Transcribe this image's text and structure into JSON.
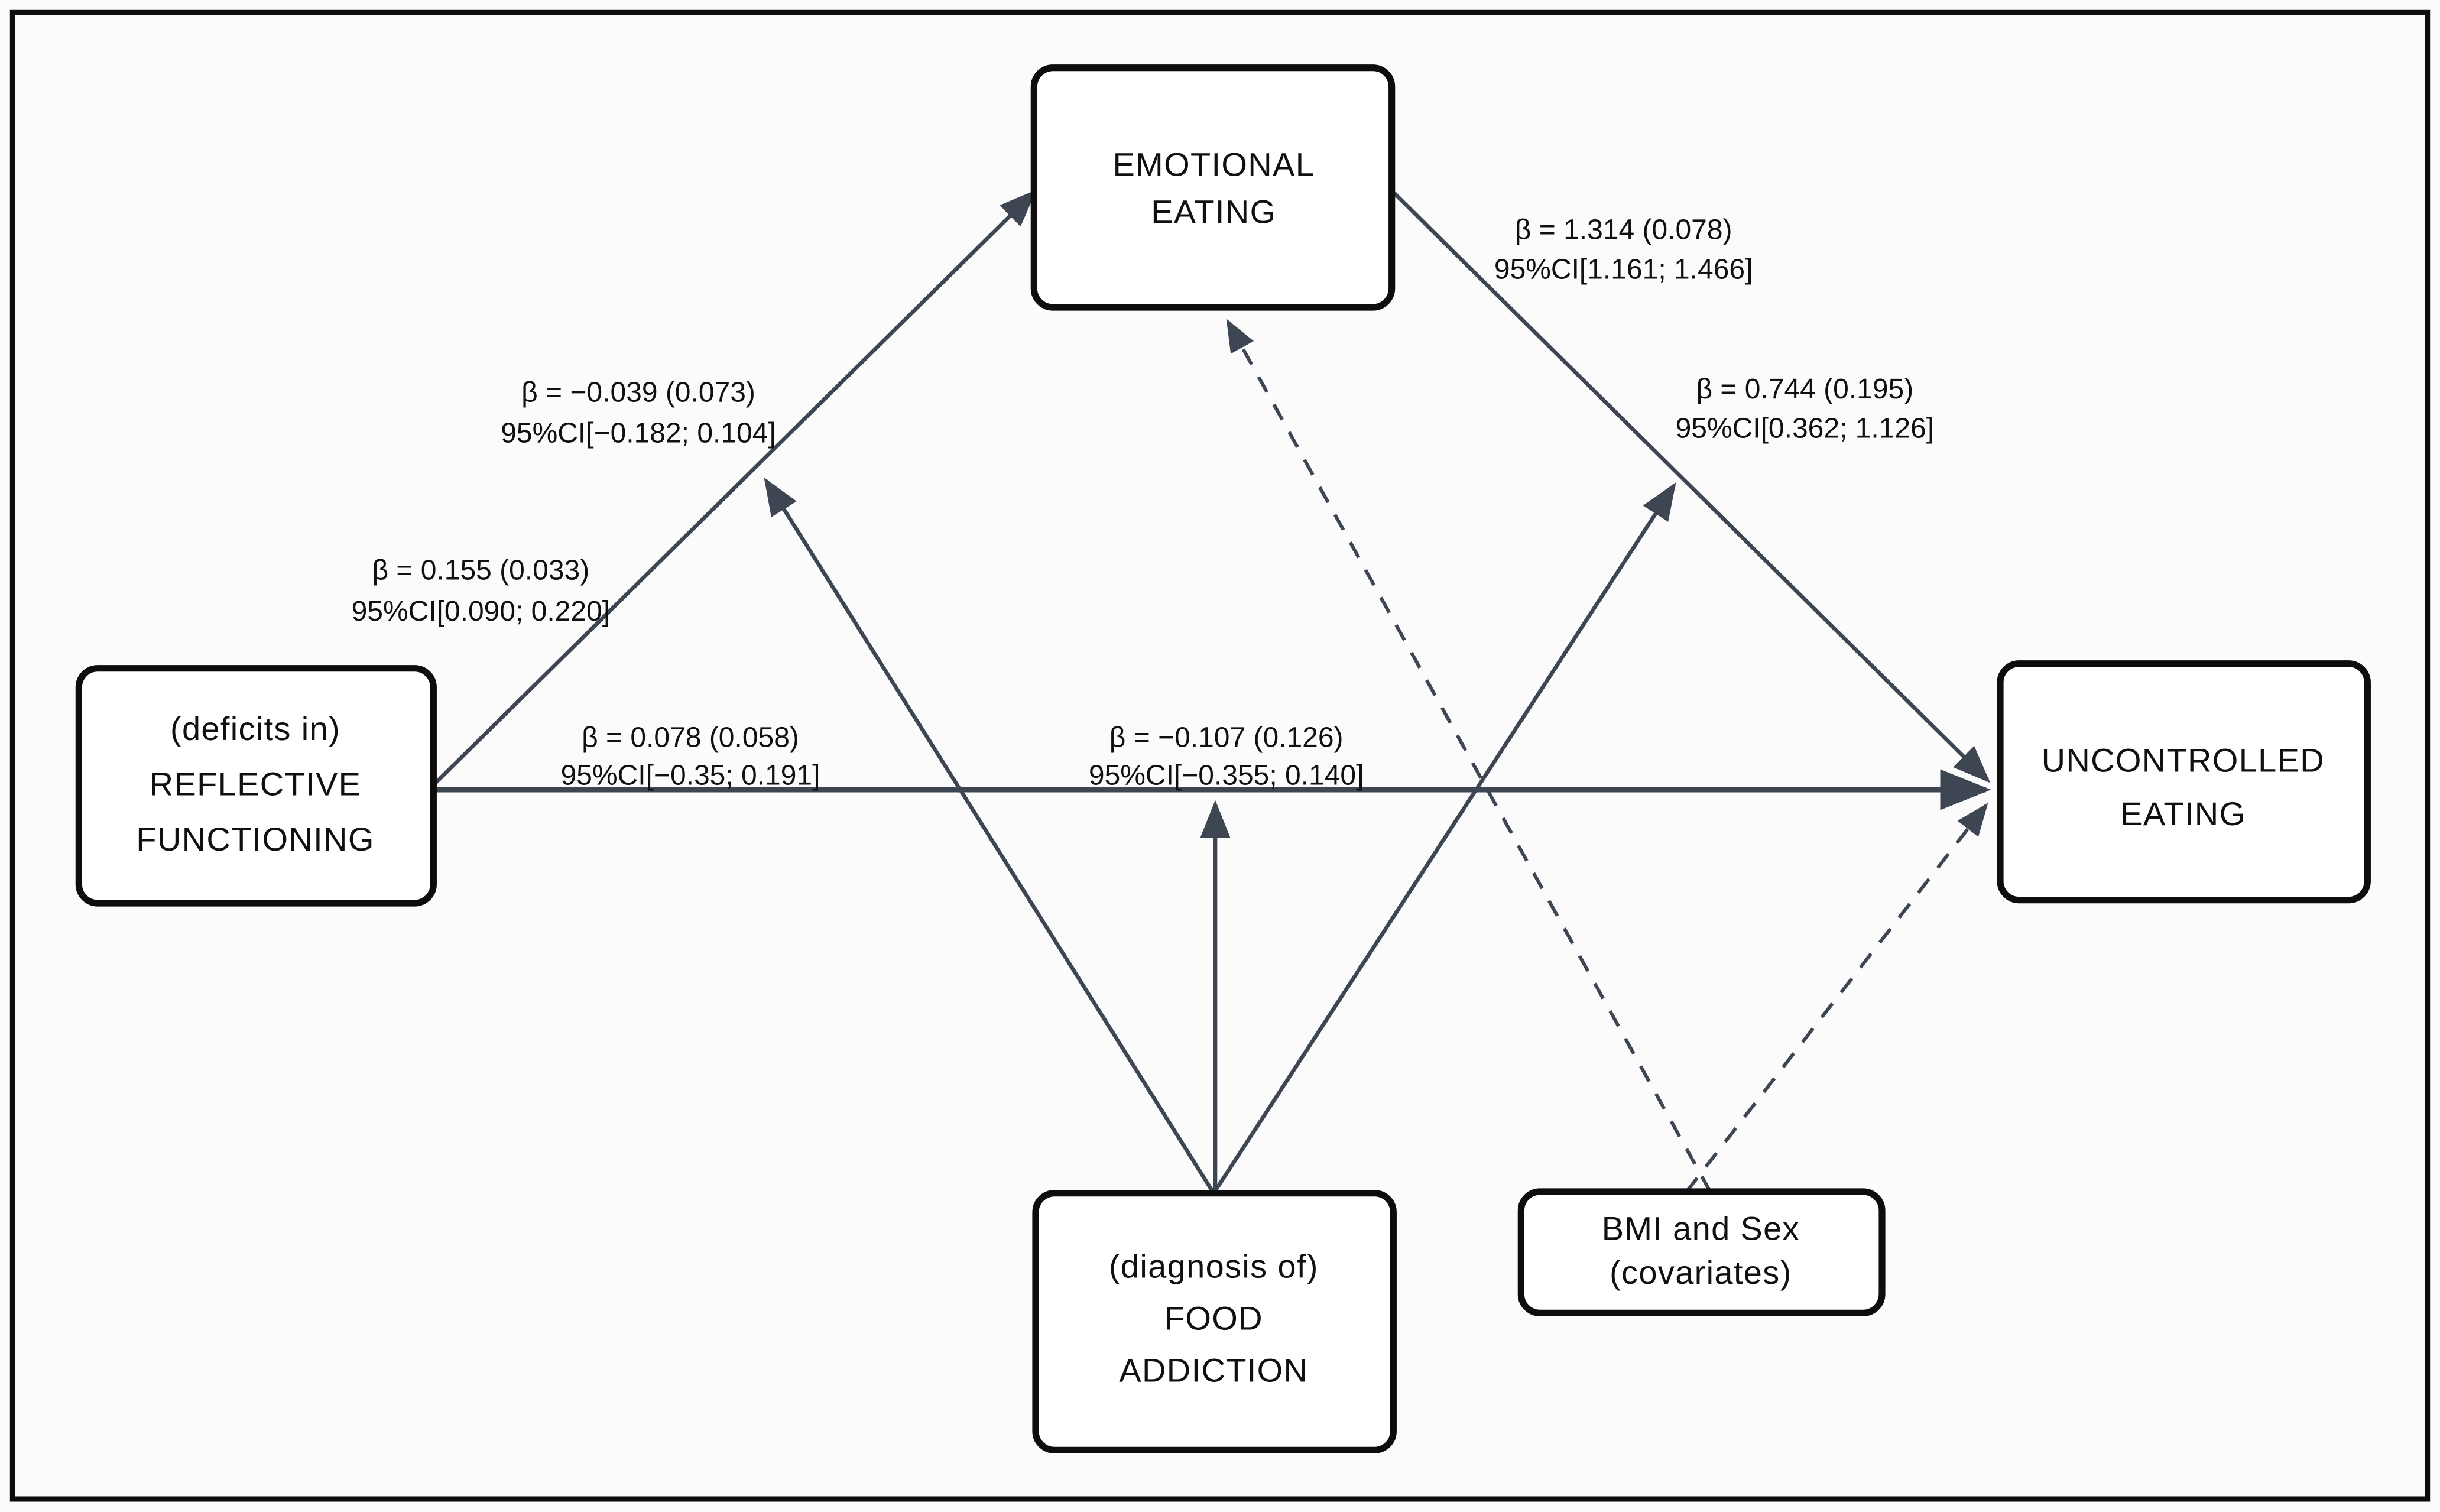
{
  "diagram": {
    "type": "moderated-mediation-path-model",
    "colors": {
      "background": "#fbfbfb",
      "frame": "#0d0d0d",
      "box_border": "#0d0d0d",
      "box_fill": "#ffffff",
      "arrow": "#3e4553",
      "text": "#101010"
    },
    "nodes": {
      "emotional_eating": {
        "lines": [
          "EMOTIONAL",
          "EATING"
        ]
      },
      "reflective_functioning": {
        "lines": [
          "(deficits in)",
          "REFLECTIVE",
          "FUNCTIONING"
        ]
      },
      "uncontrolled_eating": {
        "lines": [
          "UNCONTROLLED",
          "EATING"
        ]
      },
      "food_addiction": {
        "lines": [
          "(diagnosis of)",
          "FOOD",
          "ADDICTION"
        ]
      },
      "covariates": {
        "lines": [
          "BMI and Sex",
          "(covariates)"
        ]
      }
    },
    "labels": {
      "rf_ee": {
        "beta": "β = 0.155 (0.033)",
        "ci": "95%CI[0.090; 0.220]"
      },
      "fa_mod_rf_ee": {
        "beta": "β = −0.039 (0.073)",
        "ci": "95%CI[−0.182; 0.104]"
      },
      "rf_ue": {
        "beta": "β = 0.078 (0.058)",
        "ci": "95%CI[−0.35; 0.191]"
      },
      "fa_mod_rf_ue": {
        "beta": "β = −0.107 (0.126)",
        "ci": "95%CI[−0.355; 0.140]"
      },
      "ee_ue": {
        "beta": "β = 1.314 (0.078)",
        "ci": "95%CI[1.161; 1.466]"
      },
      "fa_mod_ee_ue": {
        "beta": "β = 0.744 (0.195)",
        "ci": "95%CI[0.362; 1.126]"
      }
    },
    "edges": [
      {
        "from": "reflective_functioning",
        "to": "emotional_eating",
        "style": "solid",
        "label_key": "rf_ee"
      },
      {
        "from": "reflective_functioning",
        "to": "uncontrolled_eating",
        "style": "solid",
        "label_key": "rf_ue"
      },
      {
        "from": "emotional_eating",
        "to": "uncontrolled_eating",
        "style": "solid",
        "label_key": "ee_ue"
      },
      {
        "from": "food_addiction",
        "to": "path:reflective_functioning→emotional_eating",
        "style": "solid",
        "label_key": "fa_mod_rf_ee"
      },
      {
        "from": "food_addiction",
        "to": "path:reflective_functioning→uncontrolled_eating",
        "style": "solid",
        "label_key": "fa_mod_rf_ue"
      },
      {
        "from": "food_addiction",
        "to": "path:emotional_eating→uncontrolled_eating",
        "style": "solid",
        "label_key": "fa_mod_ee_ue"
      },
      {
        "from": "covariates",
        "to": "emotional_eating",
        "style": "dashed",
        "label_key": null
      },
      {
        "from": "covariates",
        "to": "uncontrolled_eating",
        "style": "dashed",
        "label_key": null
      }
    ]
  }
}
